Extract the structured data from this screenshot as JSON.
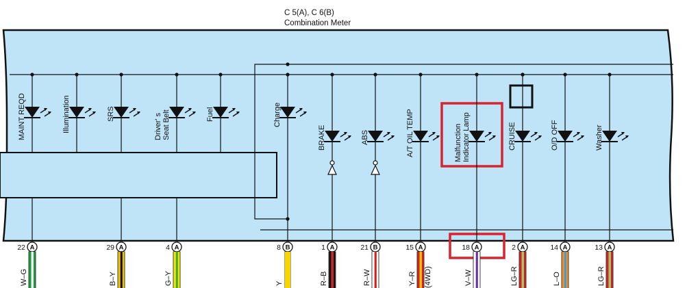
{
  "header": {
    "connector_ids": "C 5(A), C 6(B)",
    "component_name": "Combination Meter"
  },
  "colors": {
    "panel_fill": "#bfe3f7",
    "outline": "#111111",
    "highlight_box": "#d9232e"
  },
  "indicators": [
    {
      "id": "maint-reqd",
      "label": [
        "MAINT REQD"
      ],
      "type": "led",
      "wire": "W–G",
      "connector": "A",
      "pin": "22",
      "wire_colors": [
        "#ffffff",
        "#1b9e3a"
      ]
    },
    {
      "id": "illumination",
      "label": [
        "Illumination"
      ],
      "type": "led",
      "wire": null
    },
    {
      "id": "srs",
      "label": [
        "SRS"
      ],
      "type": "led",
      "wire": "B–Y",
      "connector": "A",
      "pin": "29",
      "wire_colors": [
        "#111111",
        "#f2c400"
      ]
    },
    {
      "id": "drivers-seat-belt",
      "label": [
        "Driver' s",
        "Seat Belt"
      ],
      "type": "led",
      "wire": "G–Y",
      "connector": "A",
      "pin": "4",
      "wire_colors": [
        "#3fae2a",
        "#f2e600"
      ]
    },
    {
      "id": "fuel",
      "label": [
        "Fuel"
      ],
      "type": "led",
      "wire": null
    },
    {
      "id": "charge",
      "label": [
        "Charge"
      ],
      "type": "led",
      "wire": "Y",
      "connector": "B",
      "pin": "8",
      "wire_colors": [
        "#f7d600"
      ]
    },
    {
      "id": "brake",
      "label": [
        "BRAKE"
      ],
      "type": "led+diode",
      "wire": "R–B",
      "connector": "A",
      "pin": "1",
      "wire_colors": [
        "#d62020",
        "#111111"
      ]
    },
    {
      "id": "abs",
      "label": [
        "ABS"
      ],
      "type": "led+diode",
      "wire": "R–W",
      "connector": "B",
      "pin": "21",
      "wire_colors": [
        "#d62020",
        "#ffffff"
      ]
    },
    {
      "id": "at-oil-temp",
      "label": [
        "A/T OIL TEMP"
      ],
      "type": "led",
      "wire": "Y–R",
      "wire_note": "(4WD)",
      "connector": "A",
      "pin": "15",
      "wire_colors": [
        "#f2c400",
        "#d62020"
      ]
    },
    {
      "id": "malfunction-indicator-lamp",
      "label": [
        "Malfunction",
        "Indicator Lamp"
      ],
      "type": "led",
      "wire": "V–W",
      "connector": "A",
      "pin": "18",
      "wire_colors": [
        "#6a2fa0",
        "#ffffff"
      ],
      "highlighted": true
    },
    {
      "id": "cruise",
      "label": [
        "CRUISE"
      ],
      "type": "led",
      "wire": "LG–R",
      "connector": "A",
      "pin": "2",
      "wire_colors": [
        "#9cc86a",
        "#d62020"
      ]
    },
    {
      "id": "od-off",
      "label": [
        "O/D OFF"
      ],
      "type": "led",
      "wire": "L–O",
      "connector": "A",
      "pin": "14",
      "wire_colors": [
        "#3a9ad9",
        "#f28c1e"
      ]
    },
    {
      "id": "washer",
      "label": [
        "Washer"
      ],
      "type": "led",
      "wire": "LG–R",
      "connector": "A",
      "pin": "13",
      "wire_colors": [
        "#9cc86a",
        "#d62020"
      ]
    }
  ]
}
